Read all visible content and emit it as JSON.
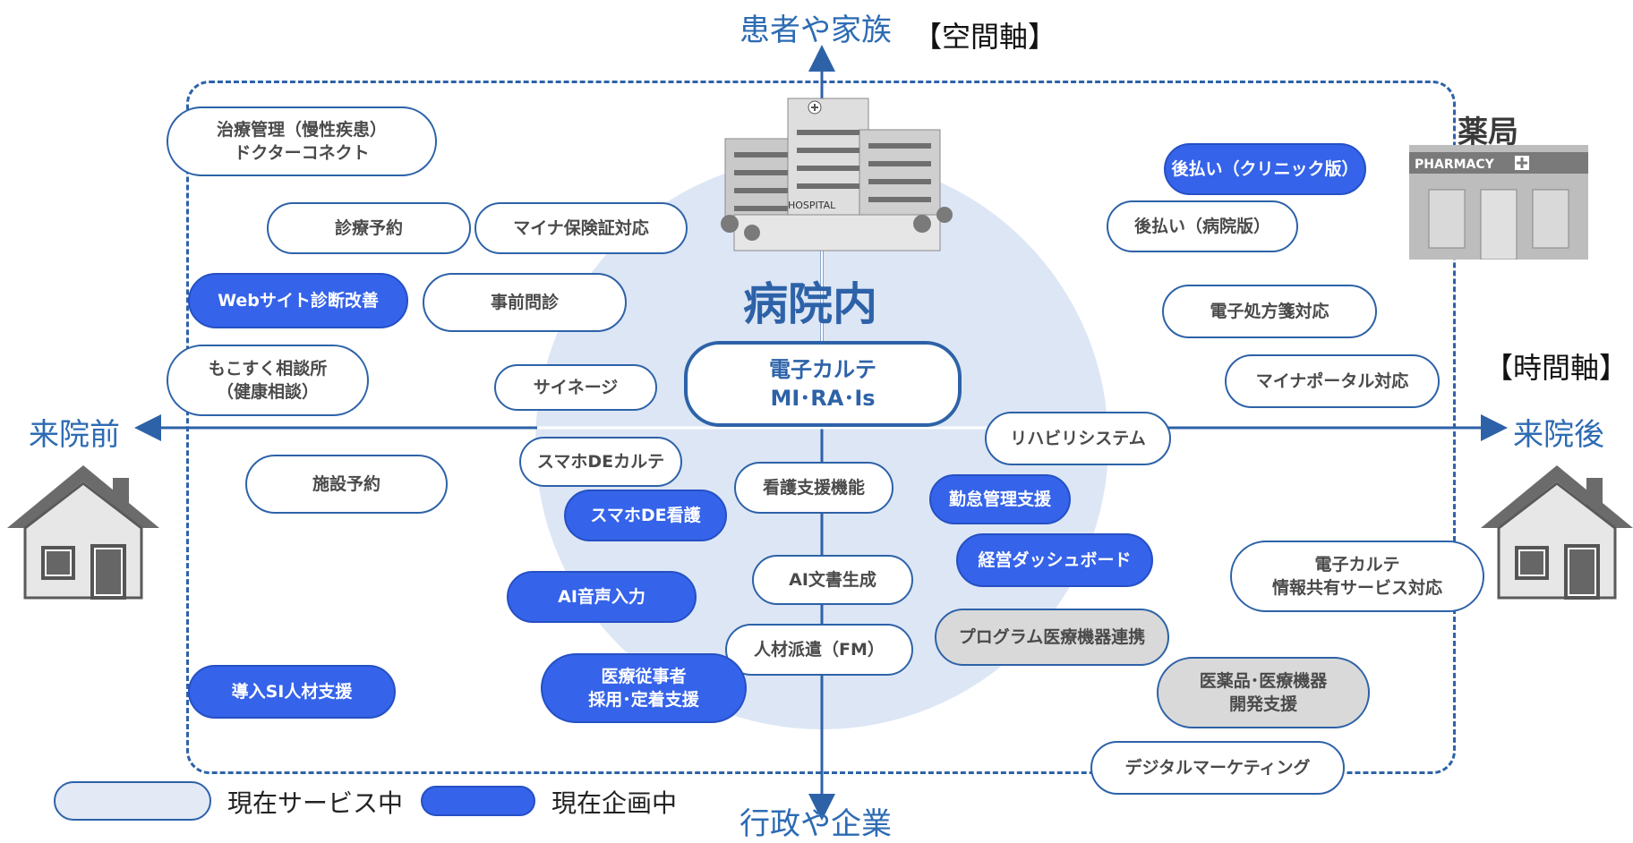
{
  "axes": {
    "top": "患者や家族",
    "top_bracket": "【空間軸】",
    "bottom": "行政や企業",
    "left": "来院前",
    "right": "来院後",
    "right_bracket": "【時間軸】"
  },
  "pharmacy": {
    "label": "薬局",
    "sign": "PHARMACY"
  },
  "hospital": {
    "sign": "HOSPITAL"
  },
  "center": {
    "title": "病院内",
    "karte_line1": "電子カルテ",
    "karte_line2": "MI･RA･Is"
  },
  "services": [
    {
      "text": "治療管理（慢性疾患）\nドクターコネクト",
      "status": "current"
    },
    {
      "text": "診療予約",
      "status": "current"
    },
    {
      "text": "マイナ保険証対応",
      "status": "current"
    },
    {
      "text": "Webサイト診断改善",
      "status": "planned"
    },
    {
      "text": "事前問診",
      "status": "current"
    },
    {
      "text": "もこすく相談所\n（健康相談）",
      "status": "current"
    },
    {
      "text": "サイネージ",
      "status": "current"
    },
    {
      "text": "施設予約",
      "status": "current"
    },
    {
      "text": "スマホDEカルテ",
      "status": "current"
    },
    {
      "text": "スマホDE看護",
      "status": "planned"
    },
    {
      "text": "看護支援機能",
      "status": "current"
    },
    {
      "text": "勤怠管理支援",
      "status": "planned"
    },
    {
      "text": "経営ダッシュボード",
      "status": "planned"
    },
    {
      "text": "AI音声入力",
      "status": "planned"
    },
    {
      "text": "AI文書生成",
      "status": "current"
    },
    {
      "text": "人材派遣（FM）",
      "status": "current"
    },
    {
      "text": "プログラム医療機器連携",
      "status": "other"
    },
    {
      "text": "導入SI人材支援",
      "status": "planned"
    },
    {
      "text": "医療従事者\n採用･定着支援",
      "status": "planned"
    },
    {
      "text": "医薬品･医療機器\n開発支援",
      "status": "other"
    },
    {
      "text": "デジタルマーケティング",
      "status": "current"
    },
    {
      "text": "後払い（クリニック版）",
      "status": "planned"
    },
    {
      "text": "後払い（病院版）",
      "status": "current"
    },
    {
      "text": "電子処方箋対応",
      "status": "current"
    },
    {
      "text": "マイナポータル対応",
      "status": "current"
    },
    {
      "text": "リハビリシステム",
      "status": "current"
    },
    {
      "text": "電子カルテ\n情報共有サービス対応",
      "status": "current"
    }
  ],
  "legend": {
    "current": "現在サービス中",
    "planned": "現在企画中"
  },
  "colors": {
    "accent": "#2d62a8",
    "planned_fill": "#3563e9",
    "circle": "#dde6f5",
    "other_fill": "#d9d9d9"
  }
}
